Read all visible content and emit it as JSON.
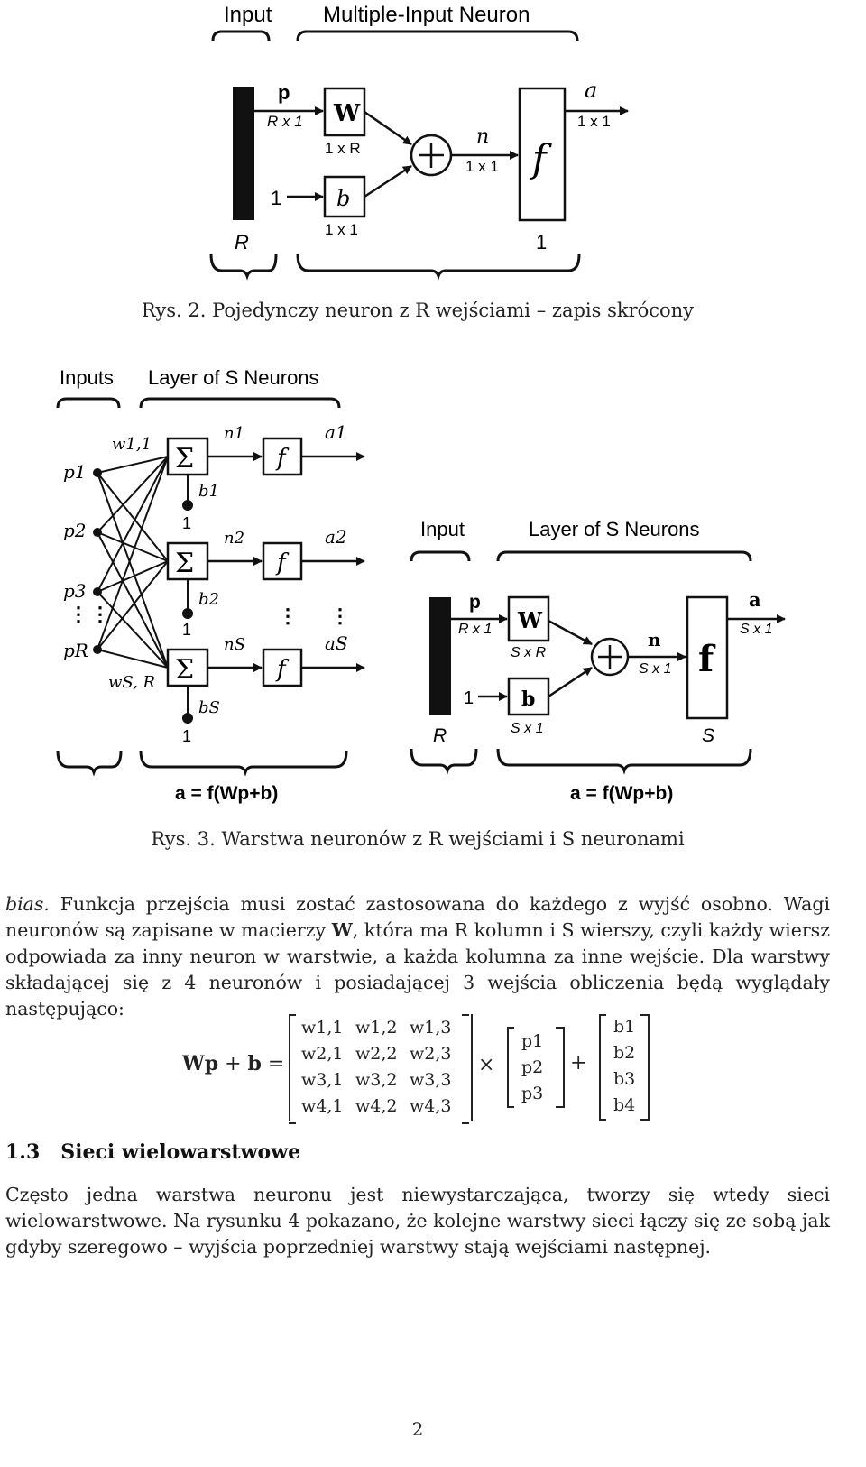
{
  "figure2": {
    "header_input": "Input",
    "header_neuron": "Multiple-Input Neuron",
    "p": "p",
    "p_dim": "R x 1",
    "W": "W",
    "W_dim": "1 x R",
    "one": "1",
    "b": "b",
    "b_dim": "1 x 1",
    "n": "n",
    "n_dim": "1 x 1",
    "f": "f",
    "a": "a",
    "a_dim": "1 x 1",
    "R": "R",
    "one_bottom": "1",
    "caption": "Rys. 2. Pojedynczy neuron z R wejściami – zapis skrócony"
  },
  "figure3": {
    "left": {
      "header_inputs": "Inputs",
      "header_layer": "Layer of S Neurons",
      "w11": "w1,1",
      "wSR": "wS, R",
      "p1": "p1",
      "p2": "p2",
      "p3": "p3",
      "pR": "pR",
      "n1": "n1",
      "n2": "n2",
      "nS": "nS",
      "a1": "a1",
      "a2": "a2",
      "aS": "aS",
      "b1": "b1",
      "b2": "b2",
      "bS": "bS",
      "one": "1",
      "f": "f",
      "sigma": "Σ",
      "equation": "a = f(Wp+b)"
    },
    "right": {
      "header_input": "Input",
      "header_layer": "Layer of S Neurons",
      "p": "p",
      "p_dim": "R x 1",
      "W": "W",
      "W_dim": "S x R",
      "one": "1",
      "b": "b",
      "b_dim": "S x 1",
      "n": "n",
      "n_dim": "S x 1",
      "f": "f",
      "a": "a",
      "a_dim": "S x 1",
      "R": "R",
      "S": "S",
      "equation": "a = f(Wp+b)"
    },
    "caption": "Rys. 3. Warstwa neuronów z R wejściami i S neuronami"
  },
  "paragraph1": {
    "bias_word": "bias.",
    "text_a": " Funkcja przejścia musi zostać zastosowana do każdego z wyjść osobno. Wagi neuronów są zapisane w macierzy ",
    "W_bold": "W",
    "text_b": ", która ma R kolumn i S wierszy, czyli każdy wiersz odpowiada za inny neuron w warstwie, a każda kolumna za inne wejście. Dla warstwy składającej się z 4 neuronów i posiadającej 3 wejścia obliczenia będą wyglądały następująco:"
  },
  "equation": {
    "lhs": "Wp + b =",
    "times": "×",
    "plus": "+",
    "matrix_w": [
      [
        "w1,1",
        "w1,2",
        "w1,3"
      ],
      [
        "w2,1",
        "w2,2",
        "w2,3"
      ],
      [
        "w3,1",
        "w3,2",
        "w3,3"
      ],
      [
        "w4,1",
        "w4,2",
        "w4,3"
      ]
    ],
    "vector_p": [
      "p1",
      "p2",
      "p3"
    ],
    "vector_b": [
      "b1",
      "b2",
      "b3",
      "b4"
    ]
  },
  "section": {
    "number": "1.3",
    "title": "Sieci wielowarstwowe"
  },
  "paragraph2": "Często jedna warstwa neuronu jest niewystarczająca, tworzy się wtedy sieci wielowarstwowe. Na rysunku 4 pokazano, że kolejne warstwy sieci łączy się ze sobą jak gdyby szeregowo – wyjścia poprzedniej warstwy stają wejściami następnej.",
  "page_number": "2"
}
